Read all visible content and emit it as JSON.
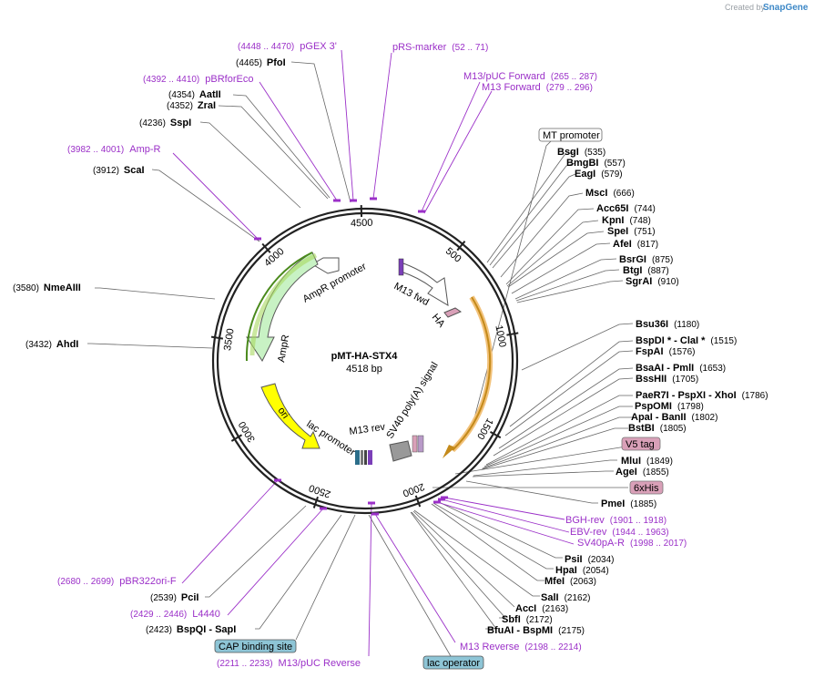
{
  "credit": {
    "prefix": "Created by",
    "brand": "SnapGene"
  },
  "plasmid": {
    "name": "pMT-HA-STX4",
    "size": "4518 bp"
  },
  "ticks": [
    "500",
    "1000",
    "1500",
    "2000",
    "2500",
    "3000",
    "3500",
    "4000",
    "4500"
  ],
  "features": {
    "mt_promoter": "MT promoter",
    "m13_fwd": "M13 fwd",
    "ha": "HA",
    "sv40": "SV40 poly(A) signal",
    "m13_rev": "M13 rev",
    "lac_promoter": "lac promoter",
    "ori": "ori",
    "ampr": "AmpR",
    "ampr_promoter": "AmpR promoter"
  },
  "boxed": {
    "v5": "V5 tag",
    "his": "6xHis",
    "cap": "CAP binding site",
    "lacop": "lac operator"
  },
  "right_sites": [
    {
      "name": "BsgI",
      "pos": "(535)"
    },
    {
      "name": "BmgBI",
      "pos": "(557)"
    },
    {
      "name": "EagI",
      "pos": "(579)"
    },
    {
      "name": "MscI",
      "pos": "(666)"
    },
    {
      "name": "Acc65I",
      "pos": "(744)"
    },
    {
      "name": "KpnI",
      "pos": "(748)"
    },
    {
      "name": "SpeI",
      "pos": "(751)"
    },
    {
      "name": "AfeI",
      "pos": "(817)"
    },
    {
      "name": "BsrGI",
      "pos": "(875)"
    },
    {
      "name": "BtgI",
      "pos": "(887)"
    },
    {
      "name": "SgrAI",
      "pos": "(910)"
    },
    {
      "name": "Bsu36I",
      "pos": "(1180)"
    },
    {
      "name": "BspDI * - ClaI *",
      "pos": "(1515)"
    },
    {
      "name": "FspAI",
      "pos": "(1576)"
    },
    {
      "name": "BsaAI - PmlI",
      "pos": "(1653)"
    },
    {
      "name": "BssHII",
      "pos": "(1705)"
    },
    {
      "name": "PaeR7I - PspXI - XhoI",
      "pos": "(1786)"
    },
    {
      "name": "PspOMI",
      "pos": "(1798)"
    },
    {
      "name": "ApaI - BanII",
      "pos": "(1802)"
    },
    {
      "name": "BstBI",
      "pos": "(1805)"
    },
    {
      "name": "MluI",
      "pos": "(1849)"
    },
    {
      "name": "AgeI",
      "pos": "(1855)"
    },
    {
      "name": "PmeI",
      "pos": "(1885)"
    },
    {
      "name": "PsiI",
      "pos": "(2034)"
    },
    {
      "name": "HpaI",
      "pos": "(2054)"
    },
    {
      "name": "MfeI",
      "pos": "(2063)"
    },
    {
      "name": "SalI",
      "pos": "(2162)"
    },
    {
      "name": "AccI",
      "pos": "(2163)"
    },
    {
      "name": "SbfI",
      "pos": "(2172)"
    },
    {
      "name": "BfuAI - BspMI",
      "pos": "(2175)"
    }
  ],
  "left_sites": [
    {
      "name": "PfoI",
      "pos": "(4465)"
    },
    {
      "name": "AatII",
      "pos": "(4354)"
    },
    {
      "name": "ZraI",
      "pos": "(4352)"
    },
    {
      "name": "SspI",
      "pos": "(4236)"
    },
    {
      "name": "ScaI",
      "pos": "(3912)"
    },
    {
      "name": "NmeAIII",
      "pos": "(3580)"
    },
    {
      "name": "AhdI",
      "pos": "(3432)"
    },
    {
      "name": "PciI",
      "pos": "(2539)"
    },
    {
      "name": "BspQI - SapI",
      "pos": "(2423)"
    }
  ],
  "primers": [
    {
      "name": "pGEX 3'",
      "range": "(4448 .. 4470)"
    },
    {
      "name": "pRS-marker",
      "range": "(52 .. 71)"
    },
    {
      "name": "M13/pUC Forward",
      "range": "(265 .. 287)"
    },
    {
      "name": "M13 Forward",
      "range": "(279 .. 296)"
    },
    {
      "name": "pBRforEco",
      "range": "(4392 .. 4410)"
    },
    {
      "name": "Amp-R",
      "range": "(3982 .. 4001)"
    },
    {
      "name": "BGH-rev",
      "range": "(1901 .. 1918)"
    },
    {
      "name": "EBV-rev",
      "range": "(1944 .. 1963)"
    },
    {
      "name": "SV40pA-R",
      "range": "(1998 .. 2017)"
    },
    {
      "name": "M13 Reverse",
      "range": "(2198 .. 2214)"
    },
    {
      "name": "pBR322ori-F",
      "range": "(2680 .. 2699)"
    },
    {
      "name": "L4440",
      "range": "(2429 .. 2446)"
    },
    {
      "name": "M13/pUC Reverse",
      "range": "(2211 .. 2233)"
    }
  ]
}
